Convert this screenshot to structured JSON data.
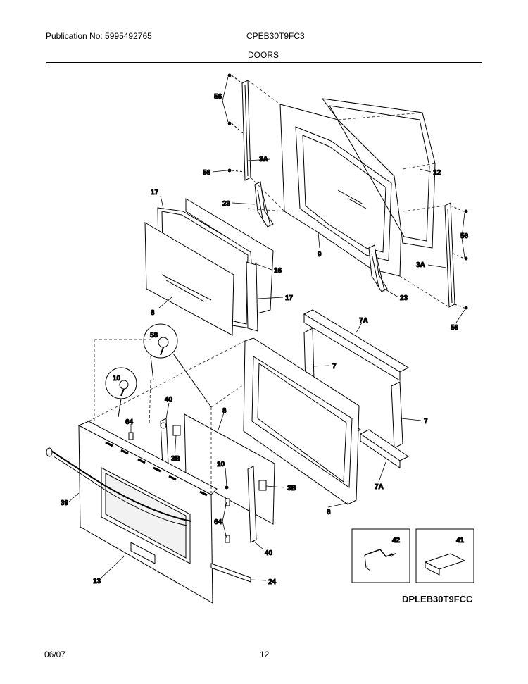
{
  "header": {
    "publication": "Publication No: 5995492765",
    "model": "CPEB30T9FC3",
    "section": "DOORS"
  },
  "footer": {
    "date": "06/07",
    "page": "12"
  },
  "diagram_code": "DPLEB30T9FCC",
  "callouts": {
    "c56a": "56",
    "c3Aa": "3A",
    "c56b": "56",
    "c12": "12",
    "c17a": "17",
    "c23a": "23",
    "c9": "9",
    "c56c": "56",
    "c3Ab": "3A",
    "c16": "16",
    "c17b": "17",
    "c23b": "23",
    "c8a": "8",
    "c56d": "56",
    "c7Aa": "7A",
    "c58": "58",
    "c7a": "7",
    "c10a": "10",
    "c40a": "40",
    "c8b": "8",
    "c64a": "64",
    "c7b": "7",
    "c3Ba": "3B",
    "c10b": "10",
    "c3Bb": "3B",
    "c7Ab": "7A",
    "c39": "39",
    "c6": "6",
    "c64b": "64",
    "c40b": "40",
    "c42": "42",
    "c41": "41",
    "c13": "13",
    "c24": "24"
  }
}
